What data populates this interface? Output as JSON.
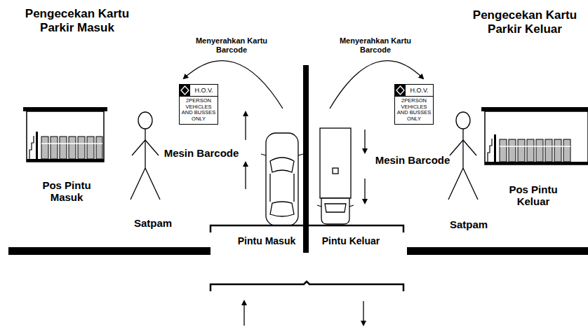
{
  "diagram": {
    "nodes": [
      {
        "text": [
          "H.O.V.",
          "2PERSON VEHICLES AND BUSSES ONLY"
        ]
      },
      {
        "text": [
          "H.O.V.",
          "2PERSON VEHICLES AND BUSSES ONLY"
        ]
      }
    ],
    "labels": [
      "Pengecekan Kartu Parkir Masuk",
      "Pengecekan Kartu Parkir Keluar",
      "Menyerahkan Kartu Barcode",
      "Menyerahkan Kartu Barcode",
      "Mesin Barcode",
      "Mesin Barcode",
      "Pos Pintu Masuk",
      "Pos Pintu Keluar",
      "Satpam",
      "Satpam",
      "Pintu Masuk",
      "Pintu Keluar"
    ]
  }
}
